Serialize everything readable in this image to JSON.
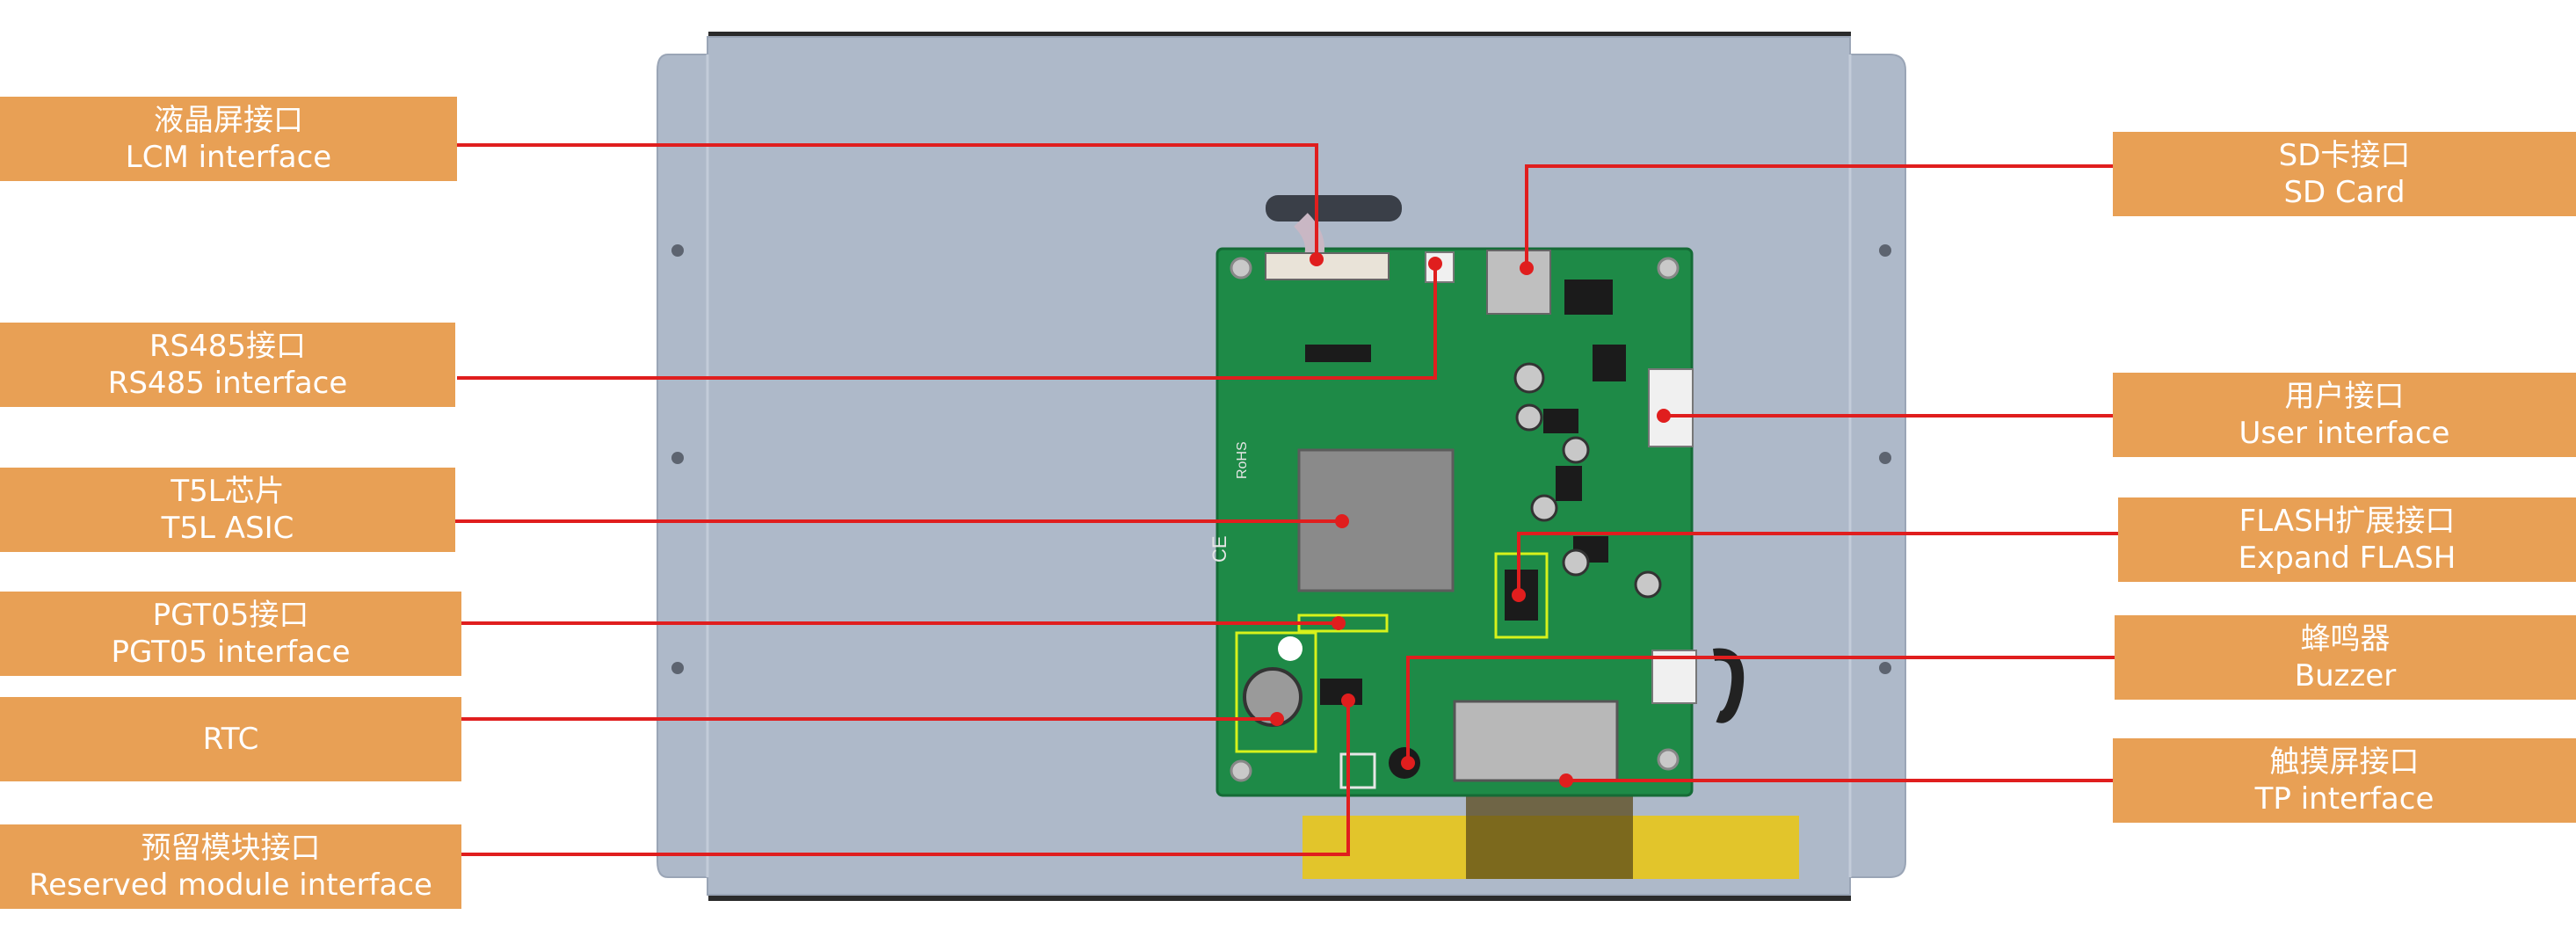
{
  "labels": {
    "lcm": {
      "zh": "液晶屏接口",
      "en": "LCM interface"
    },
    "rs485": {
      "zh": "RS485接口",
      "en": "RS485 interface"
    },
    "t5l": {
      "zh": "T5L芯片",
      "en": "T5L ASIC"
    },
    "pgt05": {
      "zh": "PGT05接口",
      "en": "PGT05 interface"
    },
    "rtc": {
      "en": "RTC"
    },
    "reserved": {
      "zh": "预留模块接口",
      "en": "Reserved module interface"
    },
    "sd": {
      "zh": "SD卡接口",
      "en": "SD Card"
    },
    "user": {
      "zh": "用户接口",
      "en": "User interface"
    },
    "flash": {
      "zh": "FLASH扩展接口",
      "en": "Expand FLASH"
    },
    "buzzer": {
      "zh": "蜂鸣器",
      "en": "Buzzer"
    },
    "tp": {
      "zh": "触摸屏接口",
      "en": "TP interface"
    }
  },
  "board": {
    "rohs": "RoHS",
    "ce": "CE"
  },
  "colors": {
    "label_bg": "#E8A055",
    "leader": "#E01E1E",
    "pcb": "#1E8A47",
    "panel": "#AEB9C9",
    "highlight": "#D7F21B"
  }
}
